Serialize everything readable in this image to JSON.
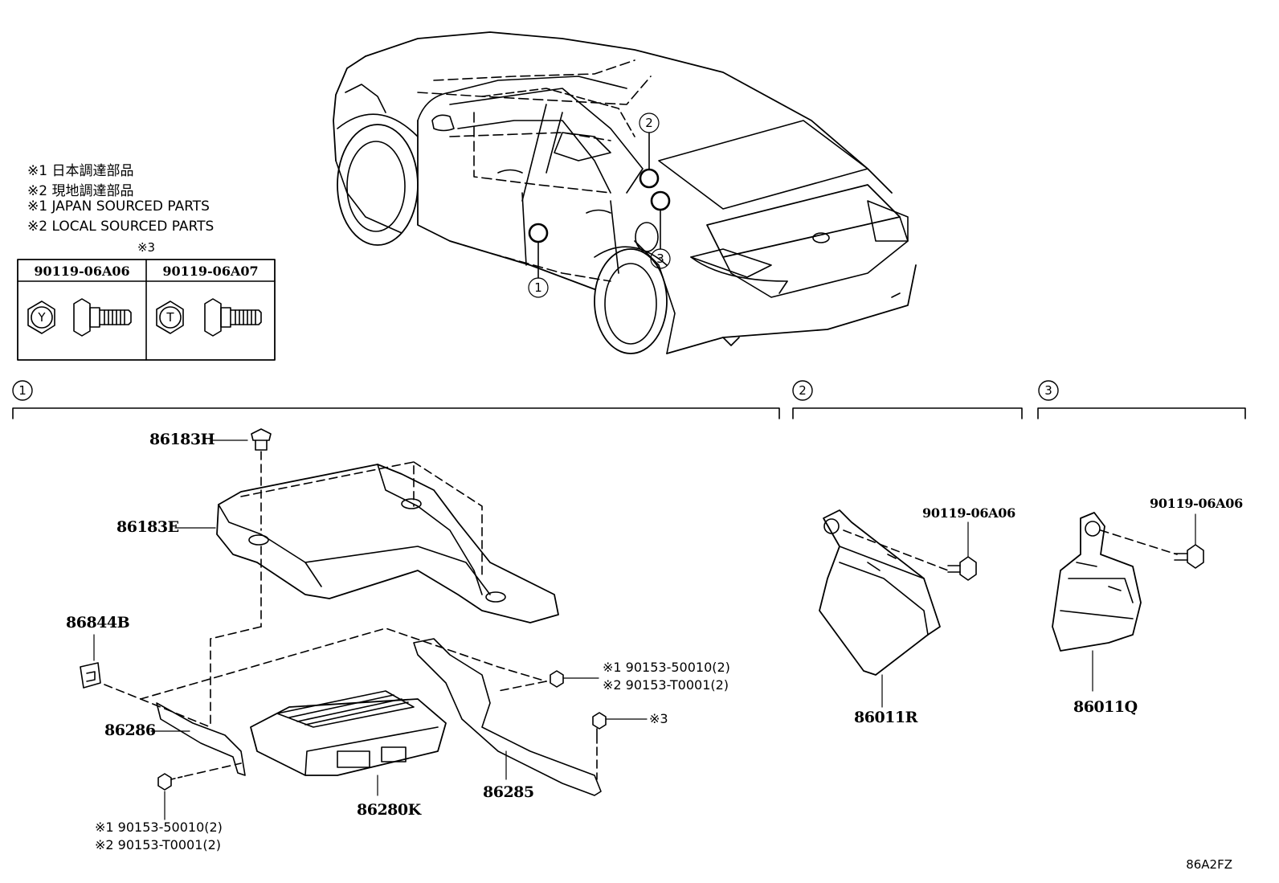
{
  "legend": {
    "line1": "※1  日本調達部品",
    "line2": "※2  現地調達部品",
    "line3": "※1  JAPAN SOURCED PARTS",
    "line4": "※2  LOCAL SOURCED PARTS"
  },
  "bolt_table": {
    "note": "※3",
    "col1_part": "90119-06A06",
    "col2_part": "90119-06A07",
    "col1_mark": "Y",
    "col2_mark": "T"
  },
  "car_callouts": [
    "1",
    "2",
    "3"
  ],
  "sections": [
    {
      "id": "1"
    },
    {
      "id": "2"
    },
    {
      "id": "3"
    }
  ],
  "parts": {
    "p86183H": "86183H",
    "p86183E": "86183E",
    "p86844B": "86844B",
    "p86286": "86286",
    "p86280K": "86280K",
    "p86285": "86285",
    "p86011R": "86011R",
    "p86011Q": "86011Q",
    "bolt_s2": "90119-06A06",
    "bolt_s3": "90119-06A06"
  },
  "notes": {
    "right_a": "※1 90153-50010(2)",
    "right_b": "※2 90153-T0001(2)",
    "left_a": "※1 90153-50010(2)",
    "left_b": "※2 90153-T0001(2)",
    "star3": "※3"
  },
  "diagram_code": "86A2FZ"
}
